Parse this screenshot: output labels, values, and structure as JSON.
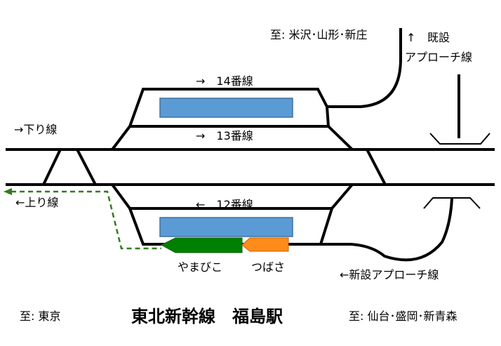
{
  "title": "東北新幹線　福島駅",
  "labels": {
    "to_yonezawa": "至: 米沢･山形･新庄",
    "existing_approach_1": "既設",
    "existing_approach_2": "アプローチ線",
    "up_arrow": "↑",
    "track14": "→　14番線",
    "track13": "→　13番線",
    "track12": "←　12番線",
    "down_line": "→下り線",
    "up_line": "←上り線",
    "new_approach": "←新設アプローチ線",
    "to_tokyo": "至: 東京",
    "to_sendai": "至: 仙台･盛岡･新青森"
  },
  "trains": {
    "yamabiko": {
      "label": "やまびこ",
      "color": "#008000"
    },
    "tsubasa": {
      "label": "つばさ",
      "color": "#FF8C1A"
    }
  },
  "colors": {
    "platform": "#5B9BD5",
    "platform_border": "#41719C",
    "track": "#000000",
    "dashed_route": "#2E7D1B"
  }
}
